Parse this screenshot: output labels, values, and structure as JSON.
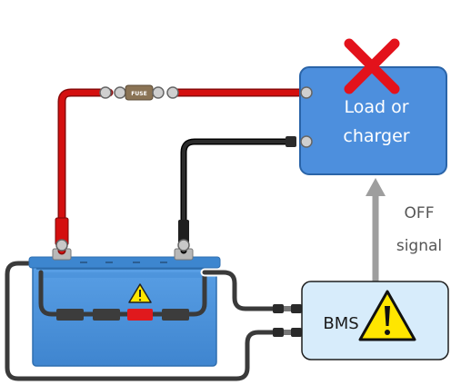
{
  "fuse": {
    "label": "FUSE"
  },
  "load": {
    "line1": "Load or",
    "line2": "charger"
  },
  "signal": {
    "line1": "OFF",
    "line2": "signal"
  },
  "bms": {
    "label": "BMS"
  },
  "colors": {
    "positive_cable": "#d40f0f",
    "negative_cable": "#111111",
    "battery_body": "#4d93d9",
    "battery_lid": "#3d86cf",
    "load_box": "#4d8fdd",
    "bms_box": "#d7ecfb",
    "arrow": "#9e9e9e",
    "cross": "#e3121b",
    "warning": "#ffe600"
  },
  "icons": [
    "cross-icon",
    "warning-icon",
    "battery-warning-icon",
    "fuse-icon"
  ]
}
